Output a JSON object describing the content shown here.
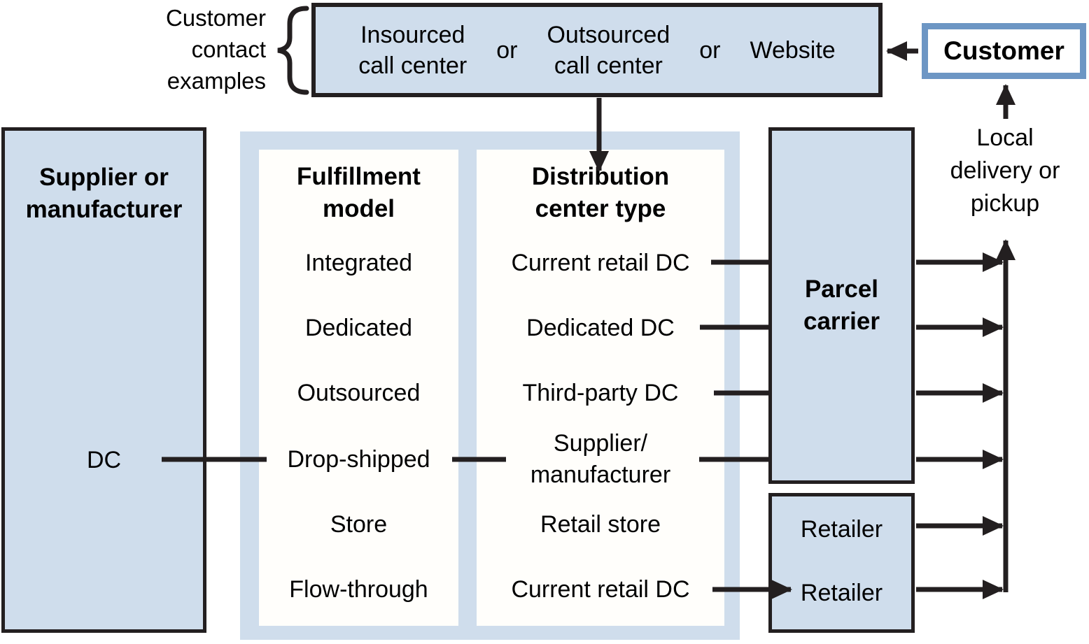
{
  "colors": {
    "box_fill": "#cfddec",
    "line": "#231f20",
    "customer_border": "#6d96c4",
    "panel_white": "#fffefb"
  },
  "annotation": {
    "brace_label": "Customer\ncontact\nexamples"
  },
  "contact_box": {
    "options": [
      {
        "label": "Insourced\ncall center"
      },
      {
        "label": "Outsourced\ncall center"
      },
      {
        "label": "Website"
      }
    ],
    "separator": "or"
  },
  "customer_box": {
    "label": "Customer"
  },
  "supplier_box": {
    "title": "Supplier or\nmanufacturer",
    "dc_label": "DC"
  },
  "fulfillment": {
    "heading": "Fulfillment\nmodel",
    "items": [
      "Integrated",
      "Dedicated",
      "Outsourced",
      "Drop-shipped",
      "Store",
      "Flow-through"
    ]
  },
  "distribution": {
    "heading": "Distribution\ncenter type",
    "items": [
      "Current retail DC",
      "Dedicated DC",
      "Third-party DC",
      "Supplier/\nmanufacturer",
      "Retail store",
      "Current retail DC"
    ]
  },
  "parcel_carrier": {
    "label": "Parcel\ncarrier"
  },
  "retailer_box": {
    "labels": [
      "Retailer",
      "Retailer"
    ]
  },
  "local_delivery": {
    "label": "Local\ndelivery or\npickup"
  }
}
